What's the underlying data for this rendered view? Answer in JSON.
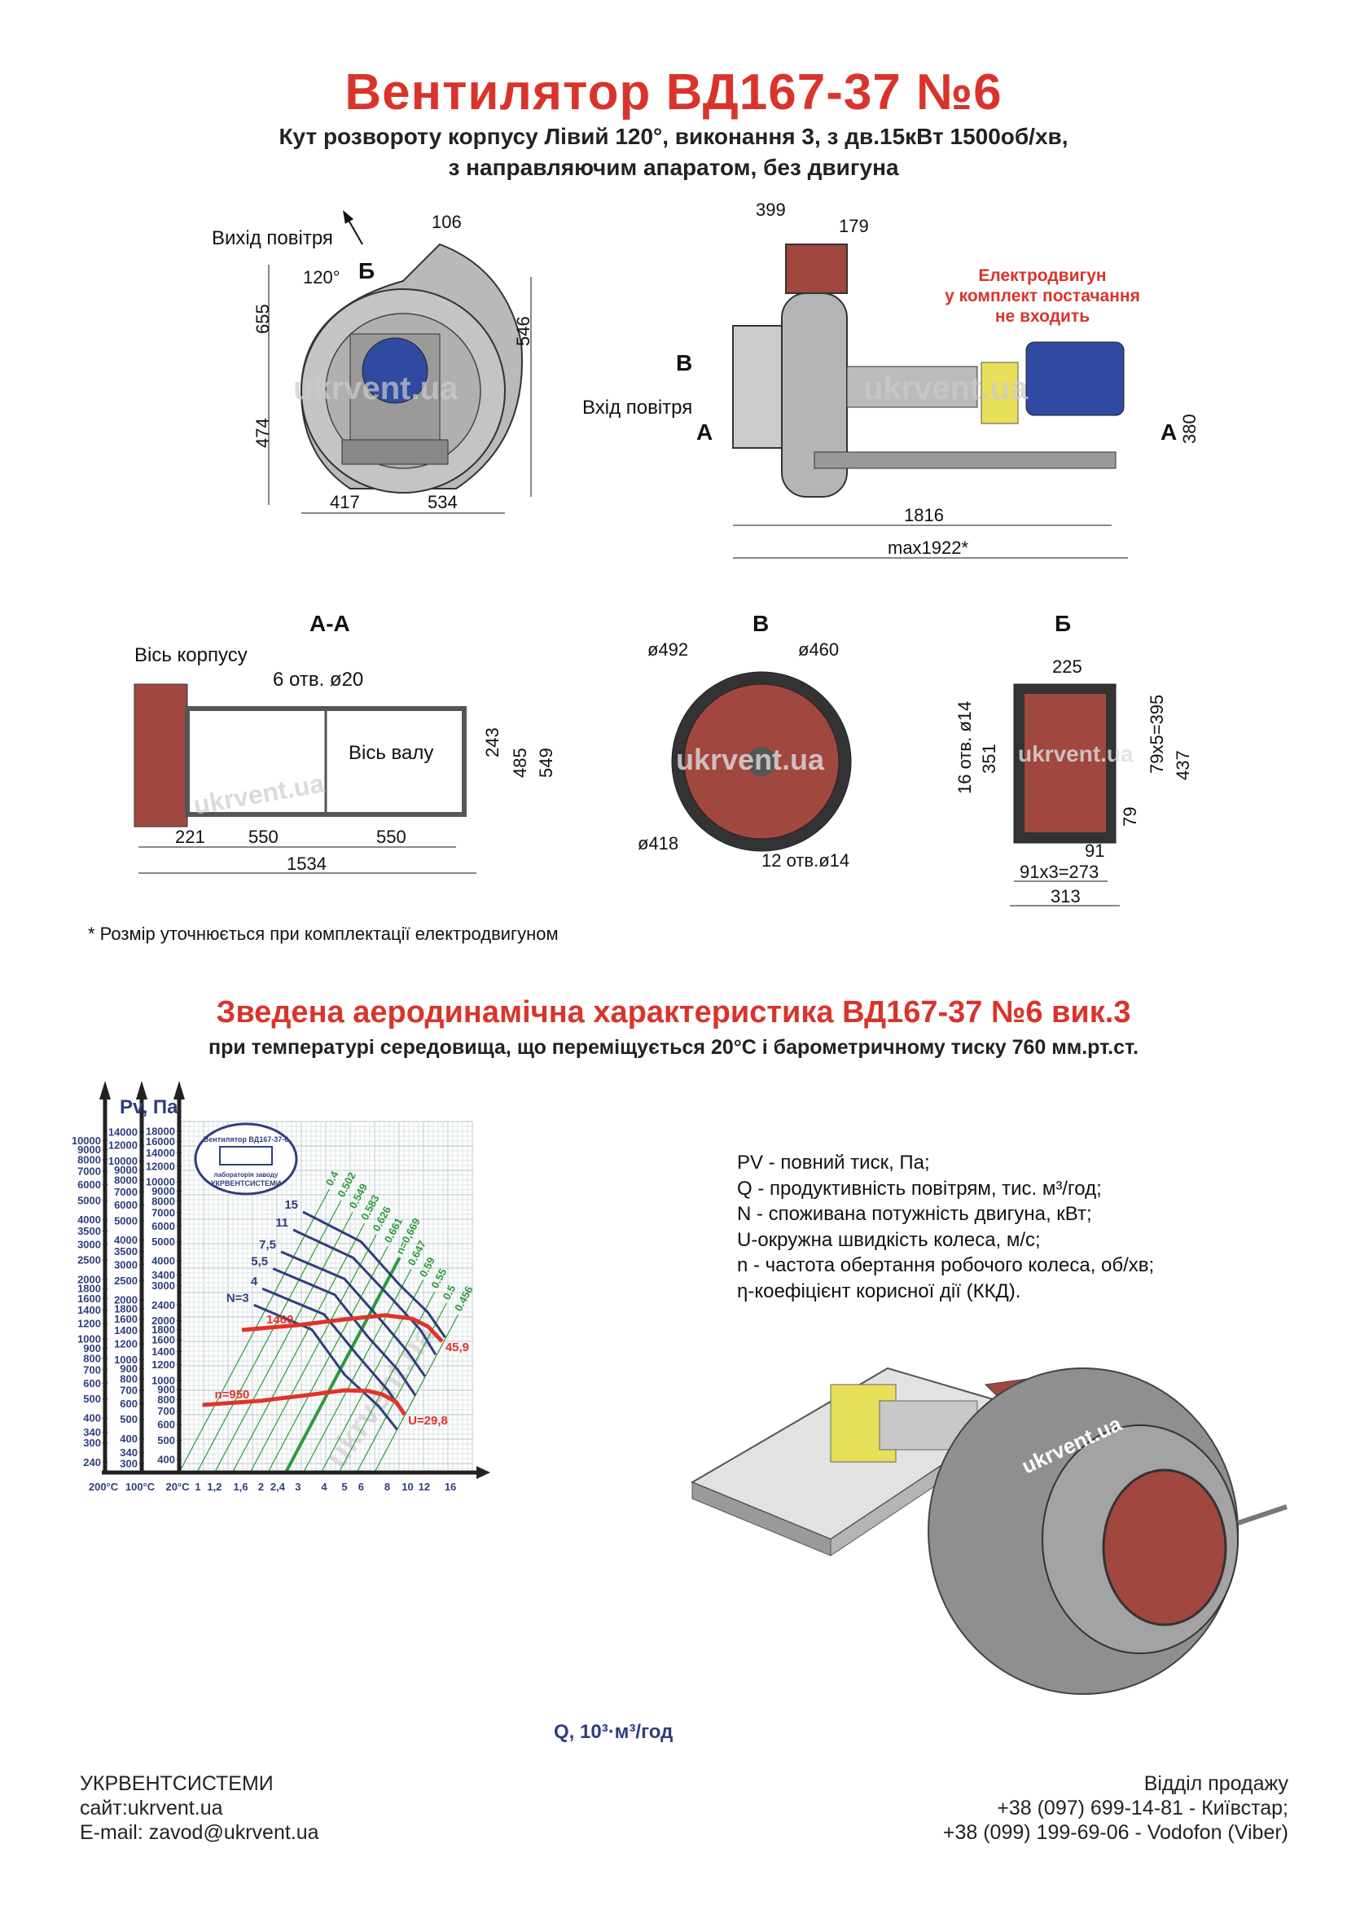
{
  "header": {
    "title": "Вентилятор  ВД167-37 №6",
    "subtitle_line1": "Кут розвороту корпусу Лівий 120°, виконання 3, з дв.15кВт 1500об/хв,",
    "subtitle_line2": "з направляючим апаратом, без двигуна"
  },
  "front_view": {
    "air_out": "Вихід повітря",
    "angle": "120°",
    "section_b_mark": "Б",
    "dims": {
      "top": "106",
      "height_top": "655",
      "right": "546",
      "height_bottom": "474",
      "left_bottom": "417",
      "right_bottom": "534"
    },
    "watermark": "ukrvent.ua"
  },
  "side_view": {
    "dims": {
      "d399": "399",
      "d179": "179",
      "d380": "380",
      "d1816": "1816",
      "max": "max1922*"
    },
    "motor_note": [
      "Електродвигун",
      "у комплект постачання",
      "не входить"
    ],
    "view_b": "В",
    "air_in": "Вхід повітря",
    "cut_a_left": "А",
    "cut_a_right": "А",
    "watermark": "ukrvent.ua"
  },
  "section_aa": {
    "title": "А-А",
    "body_axis": "Вісь корпусу",
    "holes": "6 отв. ø20",
    "shaft_axis": "Вісь валу",
    "dims": {
      "d243": "243",
      "d485": "485",
      "d549": "549",
      "d221": "221",
      "d550a": "550",
      "d550b": "550",
      "d1534": "1534"
    },
    "watermark": "ukrvent.ua"
  },
  "view_b": {
    "title": "В",
    "d492": "ø492",
    "d460": "ø460",
    "d418": "ø418",
    "holes": "12 отв.ø14",
    "watermark": "ukrvent.ua"
  },
  "section_b": {
    "title": "Б",
    "d225": "225",
    "holes": "16 отв. ø14",
    "d351": "351",
    "d395": "79x5=395",
    "d437": "437",
    "d79": "79",
    "d91": "91",
    "d273": "91x3=273",
    "d313": "313",
    "watermark": "ukrvent.ua"
  },
  "footnote": "* Розмір уточнюється при комплектації електродвигуном",
  "chart_section": {
    "title": "Зведена аеродинамічна характеристика ВД167-37 №6 вик.3",
    "subtitle": "при температурі середовища, що переміщується 20°С і барометричному тиску 760 мм.рт.ст."
  },
  "legend": [
    "PV - повний тиск, Па;",
    "Q - продуктивність повітрям, тис. м³/год;",
    "N - споживана потужність двигуна, кВт;",
    "U-окружна швидкість колеса, м/с;",
    "n - частота обертання робочого колеса, об/хв;",
    "η-коефіцієнт корисної дії (ККД)."
  ],
  "chart_data": {
    "type": "line",
    "title": "Зведена аеродинамічна характеристика ВД167-37 №6 вик.3",
    "ylabel": "Pv, Па",
    "xlabel": "Q, 10³·м³/год",
    "xscale": "log",
    "yscale": "log",
    "xlim": [
      0.9,
      19
    ],
    "ylim": [
      380,
      19500
    ],
    "grid": true,
    "x_ticks": [
      "1",
      "1,2",
      "1,6",
      "2",
      "2,4",
      "3",
      "4",
      "5",
      "6",
      "8",
      "10",
      "12",
      "16"
    ],
    "x_tick_values": [
      1,
      1.2,
      1.6,
      2,
      2.4,
      3,
      4,
      5,
      6,
      8,
      10,
      12,
      16
    ],
    "y_axes": [
      {
        "label": "200°C",
        "density_factor": 0.619,
        "ticks": [
          10000,
          9000,
          8000,
          7000,
          6000,
          5000,
          4000,
          3500,
          3000,
          2500,
          2000,
          1800,
          1600,
          1400,
          1200,
          1000,
          900,
          800,
          700,
          600,
          500,
          400,
          340,
          300,
          240
        ]
      },
      {
        "label": "100°C",
        "density_factor": 0.785,
        "ticks": [
          14000,
          12000,
          10000,
          9000,
          8000,
          7000,
          6000,
          5000,
          4000,
          3500,
          3000,
          2500,
          2000,
          1800,
          1600,
          1400,
          1200,
          1000,
          900,
          800,
          700,
          600,
          500,
          400,
          340,
          300
        ]
      },
      {
        "label": "20°C",
        "density_factor": 1.0,
        "ticks": [
          18000,
          16000,
          14000,
          12000,
          10000,
          9000,
          8000,
          7000,
          6000,
          5000,
          4000,
          3400,
          3000,
          2400,
          2000,
          1800,
          1600,
          1400,
          1200,
          1000,
          900,
          800,
          700,
          600,
          500,
          400
        ]
      }
    ],
    "speed_curves": [
      {
        "name": "1460",
        "end_label": "45,9",
        "points": [
          [
            1.62,
            1795
          ],
          [
            3,
            1900
          ],
          [
            5,
            2030
          ],
          [
            7.8,
            2130
          ],
          [
            10.5,
            2050
          ],
          [
            12.5,
            1870
          ],
          [
            14.6,
            1574
          ]
        ]
      },
      {
        "name": "n=950",
        "end_label": "U=29,8",
        "points": [
          [
            1.05,
            753
          ],
          [
            2,
            790
          ],
          [
            3.5,
            850
          ],
          [
            5,
            893
          ],
          [
            6.5,
            885
          ],
          [
            7.6,
            850
          ],
          [
            8.8,
            780
          ],
          [
            9.7,
            673
          ]
        ]
      }
    ],
    "power_curves": [
      {
        "name": "15",
        "points": [
          [
            3.17,
            7060
          ],
          [
            6,
            5000
          ],
          [
            9.1,
            3050
          ],
          [
            12.5,
            2200
          ],
          [
            15.1,
            1650
          ]
        ]
      },
      {
        "name": "11",
        "points": [
          [
            2.85,
            5740
          ],
          [
            5.5,
            4150
          ],
          [
            8.5,
            2550
          ],
          [
            11.5,
            1800
          ],
          [
            13.6,
            1350
          ]
        ]
      },
      {
        "name": "7,5",
        "points": [
          [
            2.49,
            4450
          ],
          [
            5,
            3250
          ],
          [
            7.5,
            2000
          ],
          [
            10,
            1400
          ],
          [
            12.1,
            1050
          ]
        ]
      },
      {
        "name": "5,5",
        "points": [
          [
            2.28,
            3660
          ],
          [
            4.5,
            2700
          ],
          [
            6.5,
            1650
          ],
          [
            9,
            1130
          ],
          [
            10.9,
            840
          ]
        ]
      },
      {
        "name": "4",
        "points": [
          [
            2.03,
            2900
          ],
          [
            4,
            2150
          ],
          [
            5.8,
            1330
          ],
          [
            8,
            900
          ],
          [
            9.7,
            673
          ]
        ]
      },
      {
        "name": "N=3",
        "points": [
          [
            1.85,
            2400
          ],
          [
            3.5,
            1800
          ],
          [
            5,
            1070
          ],
          [
            7.3,
            740
          ],
          [
            8.9,
            567
          ]
        ]
      }
    ],
    "efficiency_lines": [
      "0.4",
      "0.502",
      "0.549",
      "0.583",
      "0.626",
      "0.661",
      "n=0,669",
      "0.647",
      "0.59",
      "0.55",
      "0.5",
      "0.456"
    ],
    "stamp_text": [
      "Вентилятор ВД167-37-6",
      "лабораторія заводу",
      "УКРВЕНТСИСТЕМИ"
    ],
    "watermark": "ukrvent.ua"
  },
  "render_watermark": "ukrvent.ua",
  "footer": {
    "company": "УКРВЕНТСИСТЕМИ",
    "site": "сайт:ukrvent.ua",
    "email": "E-mail: zavod@ukrvent.ua",
    "sales": "Відділ продажу",
    "phone1": "+38 (097) 699-14-81 - Київстар;",
    "phone2": "+38 (099) 199-69-06 - Vodofon (Viber)"
  },
  "colors": {
    "title_red": "#d9342b",
    "curve_red": "#e0332b",
    "curve_blue": "#2e3e7e",
    "eff_green": "#2e9a3a",
    "axis_blue": "#2e3e7e",
    "metal": "#9a9a9a",
    "red_metal": "#a0473f",
    "yellow": "#e8e05a"
  }
}
